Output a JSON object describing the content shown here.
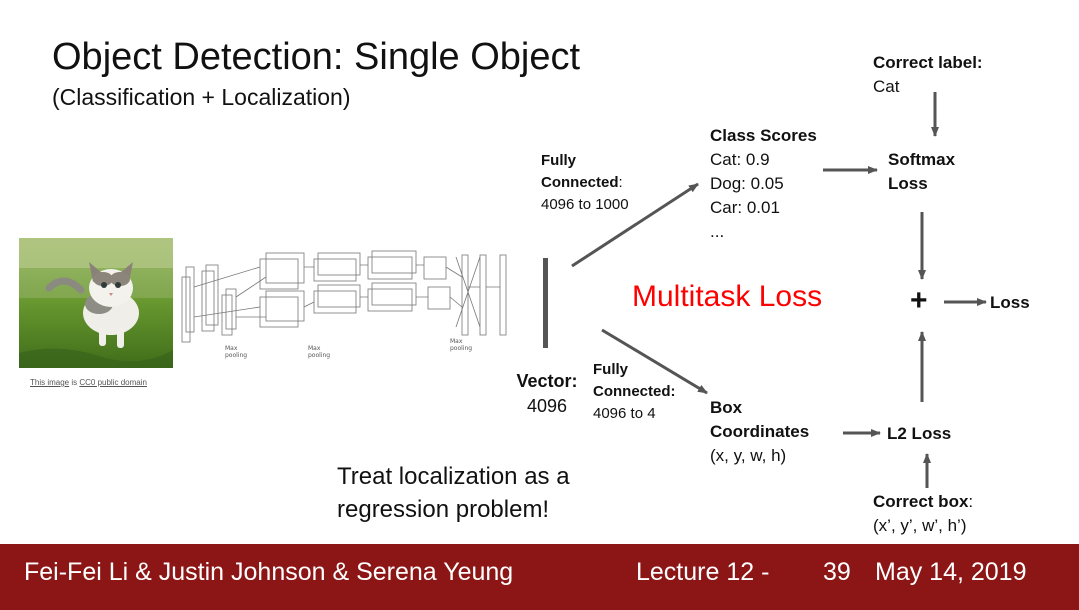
{
  "title": "Object Detection: Single Object",
  "subtitle": "(Classification + Localization)",
  "image_credit": {
    "prefix_link": "This image",
    "middle": " is ",
    "suffix_link": "CC0 public domain"
  },
  "vector": {
    "label": "Vector:",
    "value": "4096"
  },
  "fc_top": {
    "line1": "Fully",
    "line2_bold": "Connected",
    "line2_rest": ":",
    "line3": "4096 to 1000"
  },
  "fc_bottom": {
    "line1": "Fully",
    "line2": "Connected:",
    "line3": "4096 to 4"
  },
  "class_scores": {
    "heading": "Class Scores",
    "items": [
      "Cat: 0.9",
      "Dog: 0.05",
      "Car: 0.01",
      "..."
    ]
  },
  "softmax": {
    "line1": "Softmax",
    "line2": "Loss"
  },
  "correct_label": {
    "heading": "Correct label:",
    "value": "Cat"
  },
  "multitask": "Multitask Loss",
  "plus": "+",
  "loss": "Loss",
  "box_coords": {
    "line1": "Box",
    "line2": "Coordinates",
    "line3": "(x, y, w, h)"
  },
  "l2": "L2 Loss",
  "correct_box": {
    "heading": "Correct box",
    "colon": ":",
    "value": "(x’, y’, w’, h’)"
  },
  "treat": "Treat localization as a regression problem!",
  "footer": {
    "authors": "Fei-Fei Li & Justin Johnson & Serena Yeung",
    "lecture": "Lecture 12 -",
    "page": "39",
    "date": "May 14, 2019"
  },
  "colors": {
    "footer_bg": "#8c1515",
    "multitask": "#ff0000",
    "arrow": "#555555"
  }
}
